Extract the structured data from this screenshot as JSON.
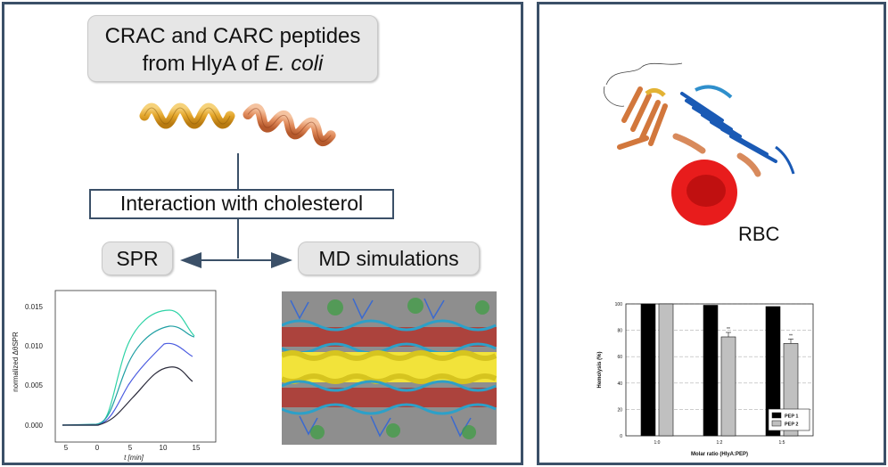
{
  "left": {
    "title_line1": "CRAC and CARC peptides",
    "title_line2_prefix": "from HlyA of ",
    "title_line2_italic": "E. coli",
    "interaction": "Interaction with cholesterol",
    "spr": "SPR",
    "md": "MD simulations"
  },
  "spr_plot": {
    "ylabel": "normalized ΔθSPR",
    "xlabel": "t [min]",
    "x_ticks": [
      "5",
      "0",
      "5",
      "10",
      "15"
    ],
    "y_ticks": [
      "0.015",
      "0.010",
      "0.005",
      "0.000"
    ],
    "colors": [
      "#2ed3a6",
      "#1f9fa3",
      "#4a5be0",
      "#2a2a3a"
    ]
  },
  "right": {
    "rbc_label": "RBC",
    "rbc_color": "#e81c1c"
  },
  "chart_data": {
    "type": "bar",
    "categories": [
      "1:0",
      "1:2",
      "1:5"
    ],
    "series": [
      {
        "name": "PEP 1",
        "values": [
          100,
          99,
          98
        ],
        "color": "#000000"
      },
      {
        "name": "PEP 2",
        "values": [
          100,
          75,
          70
        ],
        "color": "#c0c0c0"
      }
    ],
    "annotations": [
      "**",
      "**"
    ],
    "xlabel": "Molar ratio (HlyA:PEP)",
    "ylabel": "Hemolysis (%)",
    "ylim": [
      0,
      100
    ],
    "y_ticks": [
      "0",
      "20",
      "40",
      "60",
      "80",
      "100"
    ],
    "grid": true,
    "legend": "bottom-right"
  }
}
